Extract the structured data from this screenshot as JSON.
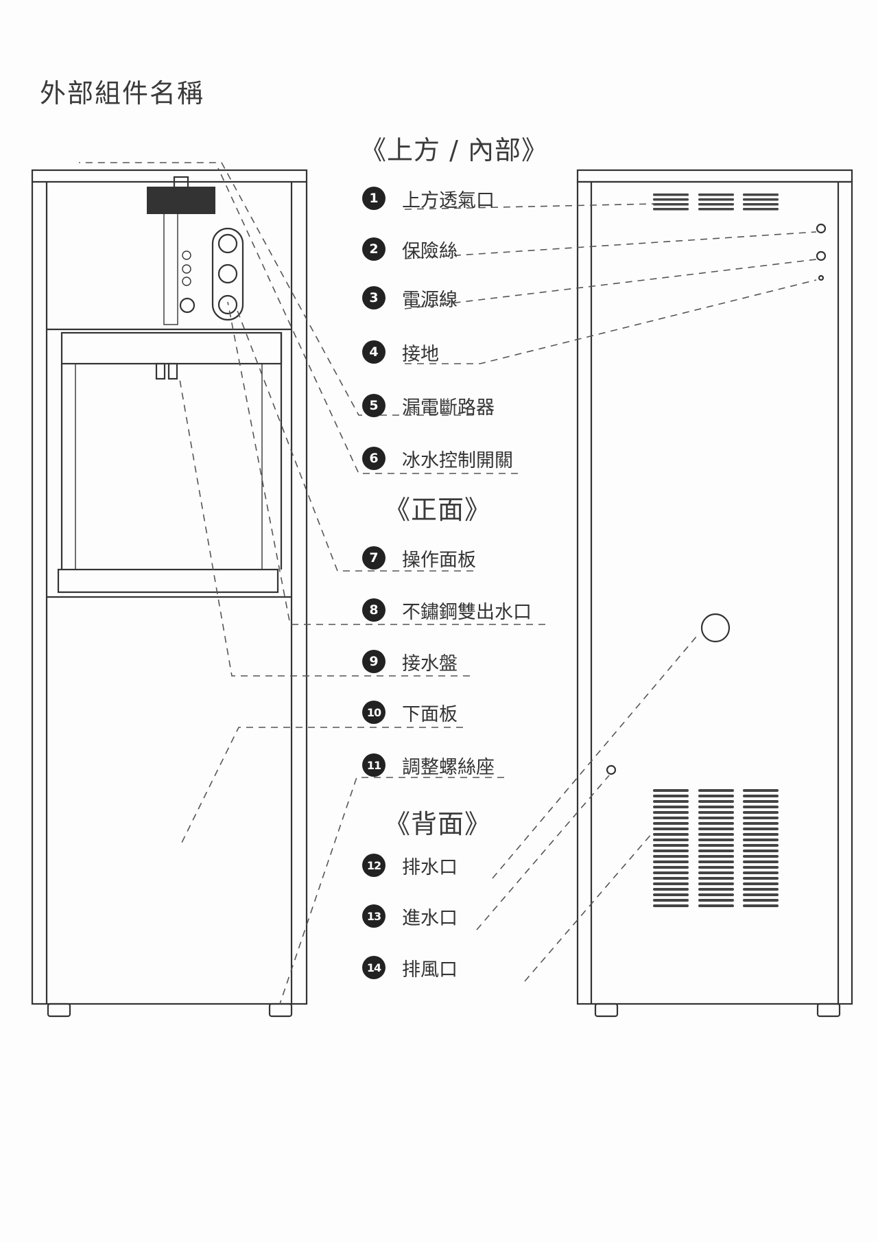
{
  "title": "外部組件名稱",
  "sections": {
    "top": "《上方 / 內部》",
    "front": "《正面》",
    "back": "《背面》"
  },
  "parts": [
    {
      "num": "1",
      "name": "上方透氣口"
    },
    {
      "num": "2",
      "name": "保險絲"
    },
    {
      "num": "3",
      "name": "電源線"
    },
    {
      "num": "4",
      "name": "接地"
    },
    {
      "num": "5",
      "name": "漏電斷路器"
    },
    {
      "num": "6",
      "name": "冰水控制開關"
    },
    {
      "num": "7",
      "name": "操作面板"
    },
    {
      "num": "8",
      "name": "不鏽鋼雙出水口"
    },
    {
      "num": "9",
      "name": "接水盤"
    },
    {
      "num": "10",
      "name": "下面板"
    },
    {
      "num": "11",
      "name": "調整螺絲座"
    },
    {
      "num": "12",
      "name": "排水口"
    },
    {
      "num": "13",
      "name": "進水口"
    },
    {
      "num": "14",
      "name": "排風口"
    }
  ],
  "colors": {
    "line": "#333333",
    "background": "#fdfdfd",
    "badge": "#222222"
  }
}
